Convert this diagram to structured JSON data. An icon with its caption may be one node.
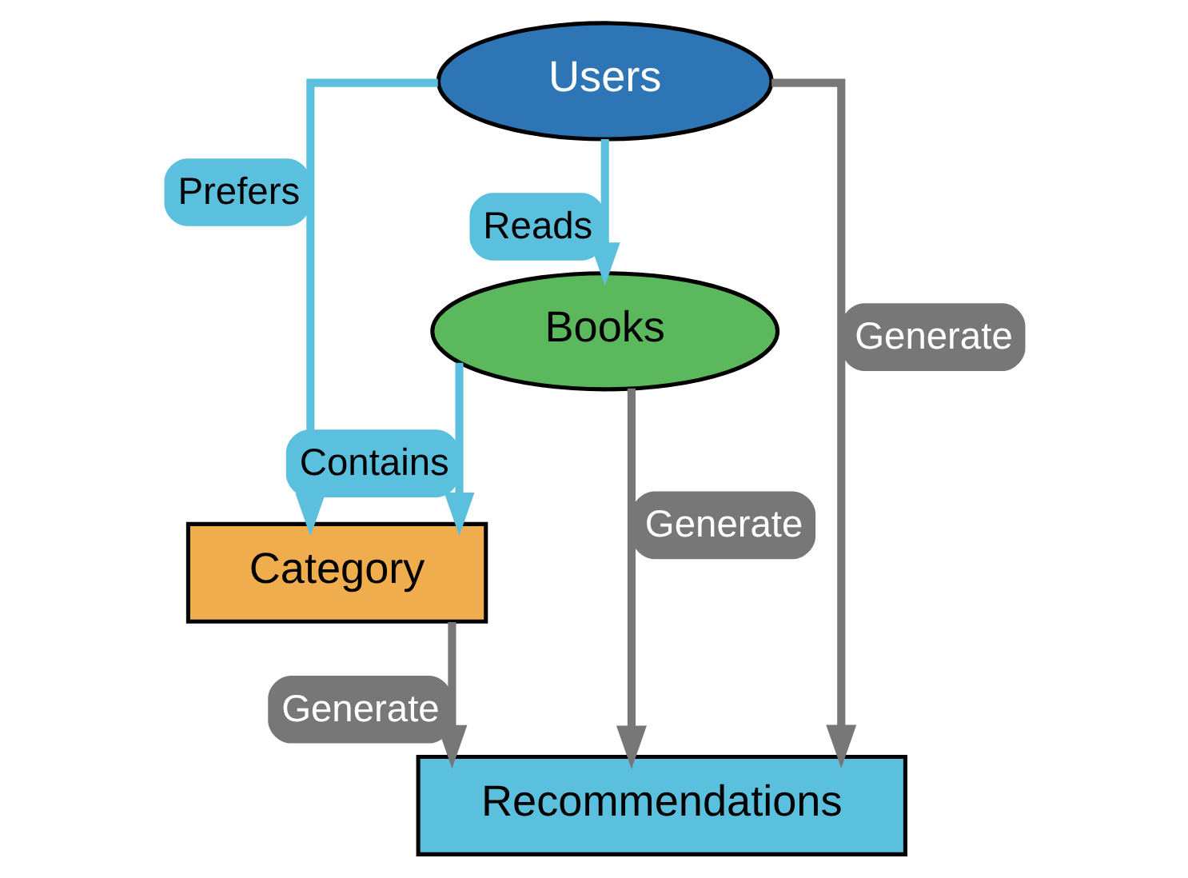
{
  "diagram": {
    "nodes": [
      {
        "text": [
          "Users"
        ]
      },
      {
        "text": [
          "Books"
        ]
      },
      {
        "text": [
          "Category"
        ]
      },
      {
        "text": [
          "Recommendations"
        ]
      }
    ],
    "edges": [
      {
        "from": 0,
        "to": 1,
        "arrow": "to",
        "label": "Reads",
        "color": "#5bc0de"
      },
      {
        "from": 0,
        "to": 2,
        "arrow": "to",
        "label": "Prefers",
        "color": "#5bc0de"
      },
      {
        "from": 1,
        "to": 2,
        "arrow": "to",
        "label": "Contains",
        "color": "#5bc0de"
      },
      {
        "from": 0,
        "to": 3,
        "arrow": "to",
        "label": "Generate",
        "color": "#777777"
      },
      {
        "from": 1,
        "to": 3,
        "arrow": "to",
        "label": "Generate",
        "color": "#777777"
      },
      {
        "from": 2,
        "to": 3,
        "arrow": "to",
        "label": "Generate",
        "color": "#777777"
      }
    ]
  }
}
